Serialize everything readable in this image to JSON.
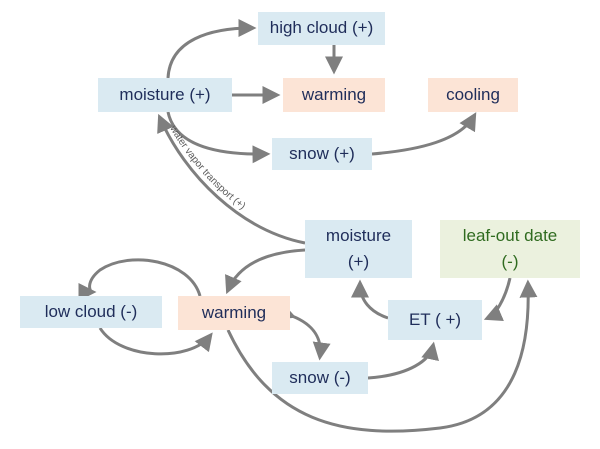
{
  "nodes": {
    "high_cloud_pos": "high cloud (+)",
    "moisture_top": "moisture (+)",
    "warming_top": "warming",
    "cooling": "cooling",
    "snow_pos": "snow (+)",
    "moisture_bottom_line1": "moisture",
    "moisture_bottom_line2": "(+)",
    "leaf_out_line1": "leaf-out date",
    "leaf_out_line2": "(-)",
    "low_cloud_neg": "low cloud (-)",
    "warming_bottom": "warming",
    "et_pos": "ET ( +)",
    "snow_neg": "snow (-)"
  },
  "edge_labels": {
    "water_vapor_transport": "water  vapor  transport (+)"
  },
  "colors": {
    "blue_box": "#daeaf2",
    "peach_box": "#fce4d6",
    "green_box": "#ebf1de",
    "arrow": "#7f7f7f"
  }
}
